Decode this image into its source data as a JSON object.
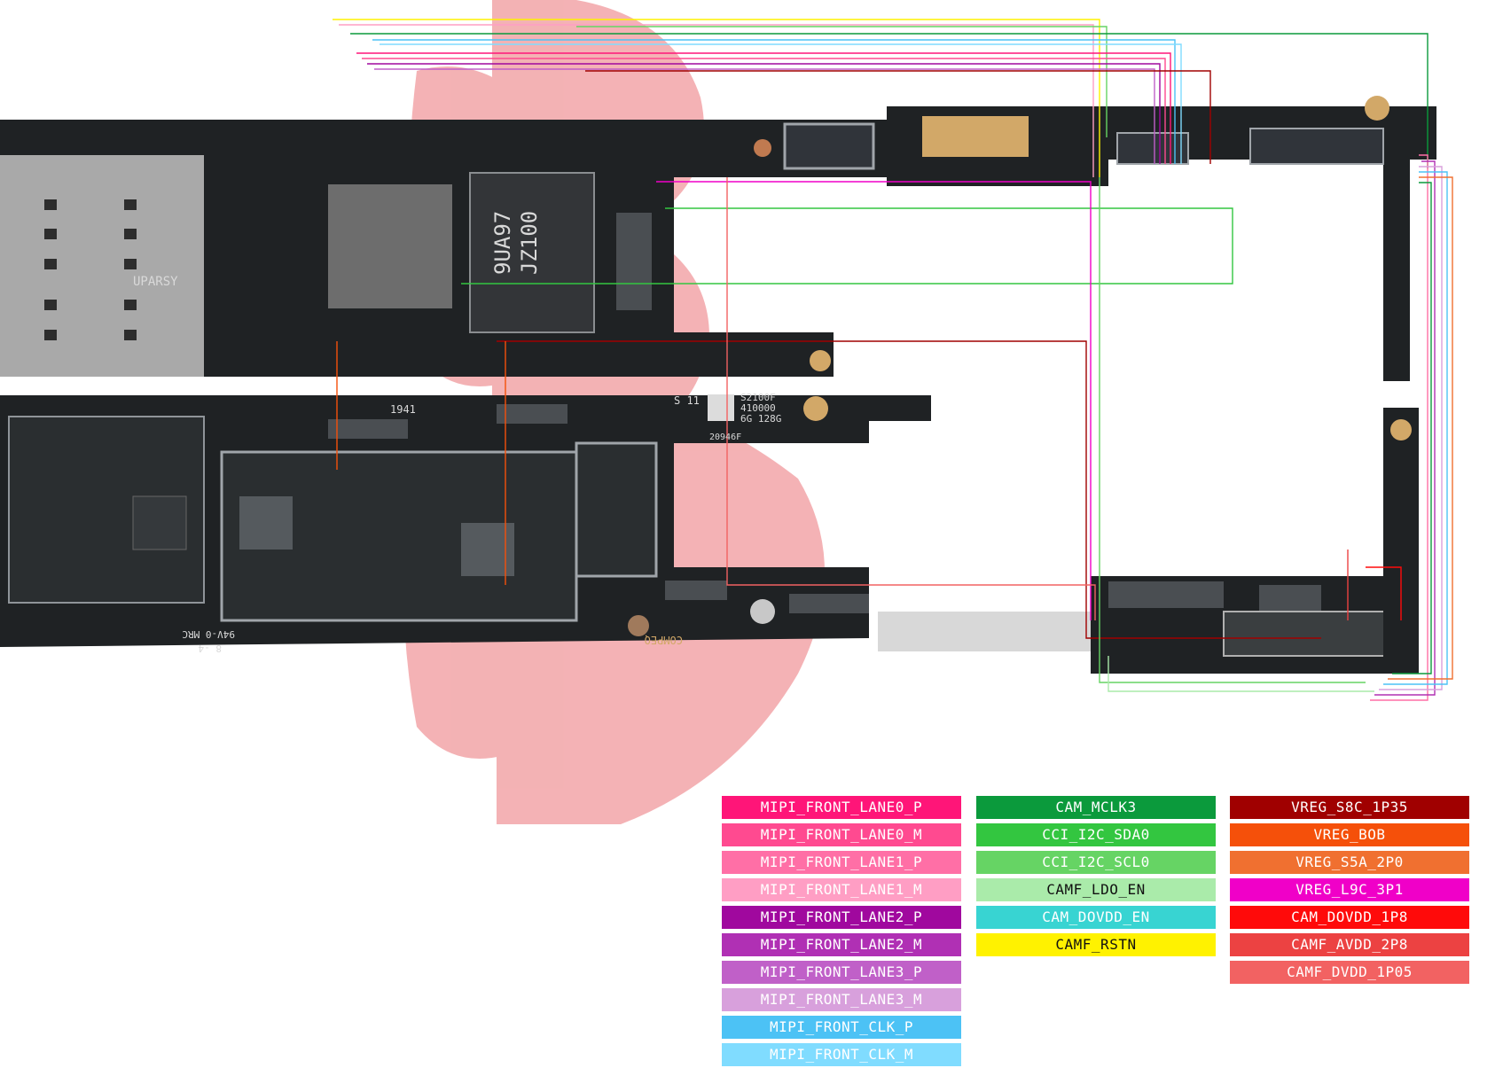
{
  "legend": {
    "columns": [
      [
        {
          "label": "MIPI_FRONT_LANE0_P",
          "color": "#ff1578"
        },
        {
          "label": "MIPI_FRONT_LANE0_M",
          "color": "#ff4a90"
        },
        {
          "label": "MIPI_FRONT_LANE1_P",
          "color": "#ff6fa6"
        },
        {
          "label": "MIPI_FRONT_LANE1_M",
          "color": "#ff9ec4"
        },
        {
          "label": "MIPI_FRONT_LANE2_P",
          "color": "#a0089e"
        },
        {
          "label": "MIPI_FRONT_LANE2_M",
          "color": "#b030b4"
        },
        {
          "label": "MIPI_FRONT_LANE3_P",
          "color": "#c060c8"
        },
        {
          "label": "MIPI_FRONT_LANE3_M",
          "color": "#d8a0dc"
        },
        {
          "label": "MIPI_FRONT_CLK_P",
          "color": "#4cc2f5"
        },
        {
          "label": "MIPI_FRONT_CLK_M",
          "color": "#80dcff"
        }
      ],
      [
        {
          "label": "CAM_MCLK3",
          "color": "#0b9a3c"
        },
        {
          "label": "CCI_I2C_SDA0",
          "color": "#33c640"
        },
        {
          "label": "CCI_I2C_SCL0",
          "color": "#66d464"
        },
        {
          "label": "CAMF_LDO_EN",
          "color": "#aaebaa"
        },
        {
          "label": "CAM_DOVDD_EN",
          "color": "#38d4d2"
        },
        {
          "label": "CAMF_RSTN",
          "color": "#fff200"
        }
      ],
      [
        {
          "label": "VREG_S8C_1P35",
          "color": "#a00000"
        },
        {
          "label": "VREG_BOB",
          "color": "#f5500a"
        },
        {
          "label": "VREG_S5A_2P0",
          "color": "#f07030"
        },
        {
          "label": "VREG_L9C_3P1",
          "color": "#f000c8"
        },
        {
          "label": "CAM_DOVDD_1P8",
          "color": "#ff0a0a"
        },
        {
          "label": "CAMF_AVDD_2P8",
          "color": "#ec4242"
        },
        {
          "label": "CAMF_DVDD_1P05",
          "color": "#f26262"
        }
      ]
    ]
  },
  "board_markings": {
    "chip_text_1": "9UA97",
    "chip_text_2": "JZ100",
    "silk_1941": "1941",
    "silk_s11": "S 11",
    "silk_s2100f": "S2100F",
    "silk_410000": "410000",
    "silk_6g128g": "6G 128G",
    "silk_20946": "20946F",
    "silk_94v0": "94V-0 MRC",
    "silk_8_4": "8 -4",
    "silk_compeq": "COMPEQ",
    "silk_uparsy": "UPARSY"
  }
}
